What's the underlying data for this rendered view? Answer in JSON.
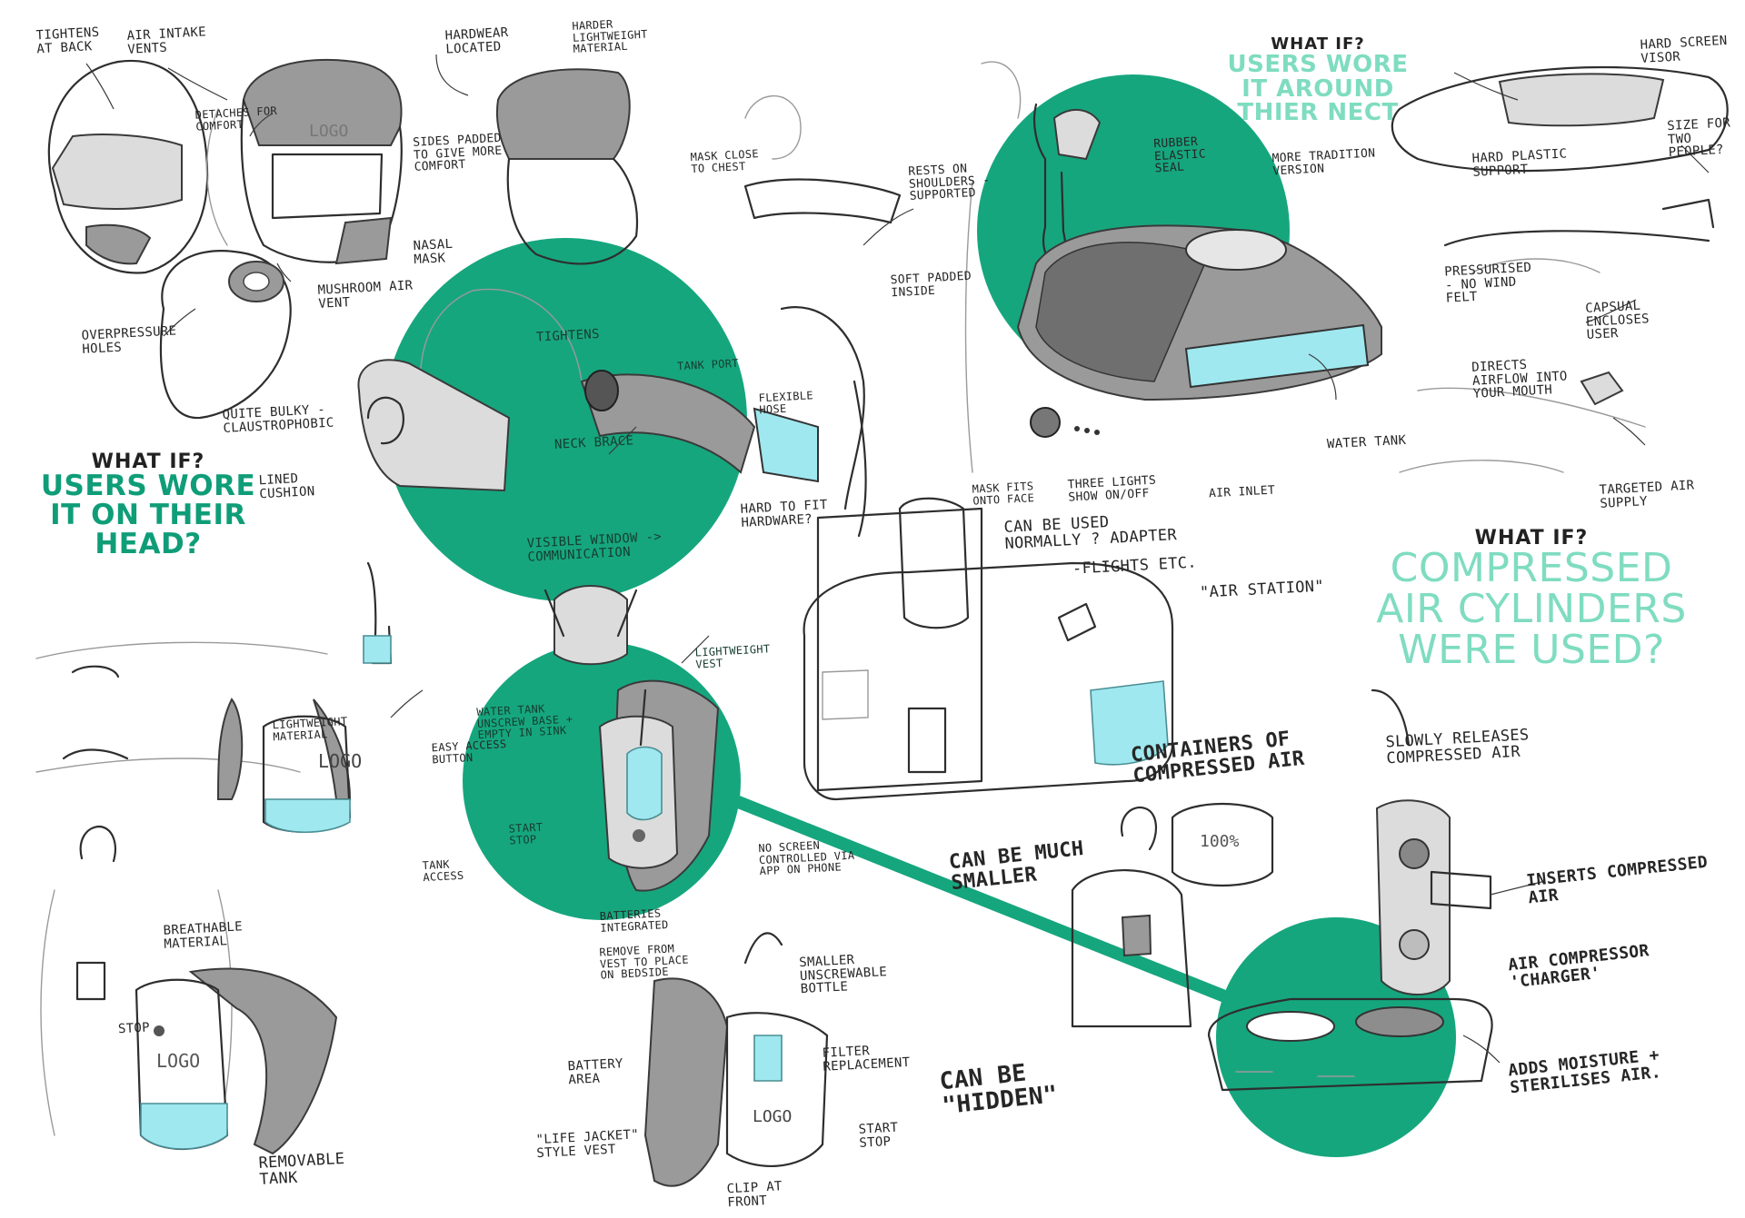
{
  "colors": {
    "accent_green": "#16a67e",
    "accent_green_light": "#7fdcc0",
    "water_blue": "#9fe8ef",
    "sketch_line": "#2e2e2e",
    "sketch_grey": "#b8b8b8"
  },
  "what_if_head": {
    "prefix": "WHAT IF?",
    "lines": [
      "USERS WORE",
      "IT ON THEIR",
      "HEAD?"
    ]
  },
  "what_if_neck": {
    "prefix": "WHAT IF?",
    "lines": [
      "USERS WORE",
      "IT AROUND",
      "THIER NECT"
    ]
  },
  "what_if_cylinders": {
    "prefix": "WHAT IF?",
    "lines": [
      "COMPRESSED",
      "AIR CYLINDERS",
      "WERE USED?"
    ]
  },
  "annotations": {
    "tightens_at_back": "TIGHTENS AT BACK",
    "air_intake_vents": "AIR INTAKE VENTS",
    "detaches_for_comfort": "DETACHES FOR COMFORT",
    "logo": "LOGO",
    "sides_padded": "SIDES PADDED TO GIVE MORE COMFORT",
    "hardwear_located": "HARDWEAR LOCATED",
    "harder_material": "HARDER LIGHTWEIGHT MATERIAL",
    "mask_close_to_chest": "MASK CLOSE TO CHEST",
    "rests_on_shoulders": "RESTS ON SHOULDERS - SUPPORTED",
    "nasal_mask": "NASAL MASK",
    "mushroom_air_vent": "MUSHROOM AIR VENT",
    "overpressure_holes": "OVERPRESSURE HOLES",
    "quite_bulky": "QUITE BULKY - CLAUSTROPHOBIC",
    "lined_cushion": "LINED CUSHION",
    "tightens": "TIGHTENS",
    "tank_port": "TANK PORT",
    "neck_brace": "NECK BRACE",
    "visible_window": "VISIBLE WINDOW -> COMMUNICATION",
    "hard_to_fit": "HARD TO FIT HARDWARE?",
    "flexible_hose": "FLEXIBLE HOSE",
    "soft_padded_inside": "SOFT PADDED INSIDE",
    "rubber_elastic_seal": "RUBBER ELASTIC SEAL",
    "more_traditional": "MORE TRADITION VERSION",
    "mask_fits_onto_face": "MASK FITS ONTO FACE",
    "three_lights": "THREE LIGHTS SHOW ON/OFF",
    "air_inlet": "AIR INLET",
    "water_tank": "WATER TANK",
    "can_be_used_normally": "CAN BE USED NORMALLY ? ADAPTER",
    "flights_etc": "-FLIGHTS ETC.",
    "air_station": "\"AIR STATION\"",
    "hard_screen_visor": "HARD SCREEN VISOR",
    "size_for_two": "SIZE FOR TWO PEOPLE?",
    "hard_plastic_support": "HARD PLASTIC SUPPORT",
    "pressurised": "PRESSURISED - NO WIND FELT",
    "capsual": "CAPSUAL ENCLOSES USER",
    "directs_airflow": "DIRECTS AIRFLOW INTO YOUR MOUTH",
    "targeted_air_supply": "TARGETED AIR SUPPLY",
    "lightweight_material": "LIGHTWEIGHT MATERIAL",
    "easy_access_button": "EASY ACCESS BUTTON",
    "tank_access": "TANK ACCESS",
    "lightweight_vest": "LIGHTWEIGHT VEST",
    "water_tank_unscrew": "WATER TANK UNSCREW BASE + EMPTY IN SINK",
    "start_stop": "START STOP",
    "no_screen": "NO SCREEN CONTROLLED VIA APP ON PHONE",
    "batteries_integrated": "BATTERIES INTEGRATED",
    "breathable_material": "BREATHABLE MATERIAL",
    "stop": "STOP",
    "removable_tank": "REMOVABLE TANK",
    "remove_from_vest": "REMOVE FROM VEST TO PLACE ON BEDSIDE",
    "smaller_bottle": "SMALLER UNSCREWABLE BOTTLE",
    "battery_area": "BATTERY AREA",
    "filter_replacement": "FILTER REPLACEMENT",
    "life_jacket_vest": "\"LIFE JACKET\" STYLE VEST",
    "clip_at_front": "CLIP AT FRONT",
    "containers": "CONTAINERS OF COMPRESSED AIR",
    "percent_100": "100%",
    "can_be_much_smaller": "CAN BE MUCH SMALLER",
    "slowly_releases": "SLOWLY RELEASES COMPRESSED AIR",
    "inserts_compressed": "INSERTS COMPRESSED AIR",
    "air_compressor": "AIR COMPRESSOR 'CHARGER'",
    "can_be_hidden": "CAN BE \"HIDDEN\"",
    "adds_moisture": "ADDS MOISTURE + STERILISES AIR."
  }
}
